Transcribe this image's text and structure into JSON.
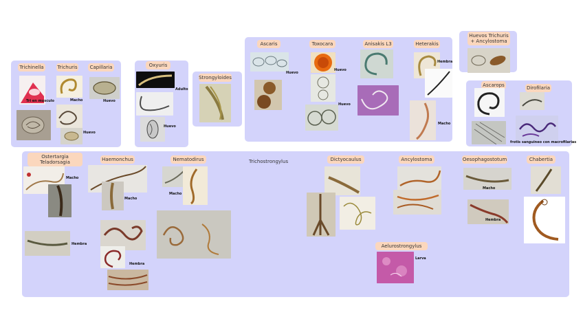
{
  "groups": {
    "g1": {
      "labels": {
        "trichinella": "Trichinella",
        "trichuris": "Trichuris",
        "capillaria": "Capillaria"
      },
      "captions": {
        "trichinella_musculo": "Tri en musculo",
        "trichuris_macho": "Macho",
        "trichuris_huevo": "Huevo",
        "capillaria_huevo": "Huevo"
      }
    },
    "g2": {
      "labels": {
        "oxyuris": "Oxyuris"
      },
      "captions": {
        "adulto": "Adulto",
        "huevo": "Huevo"
      }
    },
    "g3": {
      "labels": {
        "strongyloides": "Strongyloides"
      }
    },
    "g4": {
      "labels": {
        "ascaris": "Ascaris",
        "toxocara": "Toxocara",
        "anisakis": "Anisakis L3",
        "heterakis": "Heterakis"
      },
      "captions": {
        "ascaris_huevo": "Huevo",
        "toxocara_huevo1": "Huevo",
        "toxocara_huevo2": "Huevo",
        "heterakis_hembra": "Hembra",
        "heterakis_macho": "Macho"
      }
    },
    "g5": {
      "labels": {
        "huevos_trichuris": "Huevos Trichuris + Ancylostoma"
      }
    },
    "g6": {
      "labels": {
        "ascarops": "Ascarops",
        "dirofilaria": "Dirofilaria"
      },
      "captions": {
        "frotis": "frotis sanguineo con macrofilarias"
      }
    },
    "g7": {
      "labels": {
        "ostertagia": "Ostertargia Teladorsagia",
        "haemonchus": "Haemonchus",
        "nematodirus": "Nematodirus",
        "trichostrongylus": "Trichostrongylus",
        "dictyocaulus": "Dictyocaulus",
        "ancylostoma": "Ancylostoma",
        "oesophagostotum": "Oesophagostotum",
        "chabertia": "Chabertia",
        "aelurostrongylus": "Aelurostrongylus"
      },
      "captions": {
        "ostertagia_macho": "Macho",
        "ostertagia_hembra": "Hembra",
        "haemonchus_macho": "Macho",
        "haemonchus_hembra": "Hembra",
        "nematodirus_macho": "Macho",
        "oeso_macho": "Macho",
        "oeso_hembra": "Hembra",
        "aeluro_larva": "Larva"
      }
    }
  },
  "colors": {
    "group_bg": "#d3d3fb",
    "label_bg": "#fbd7bd",
    "canvas_bg": "#ffffff"
  }
}
